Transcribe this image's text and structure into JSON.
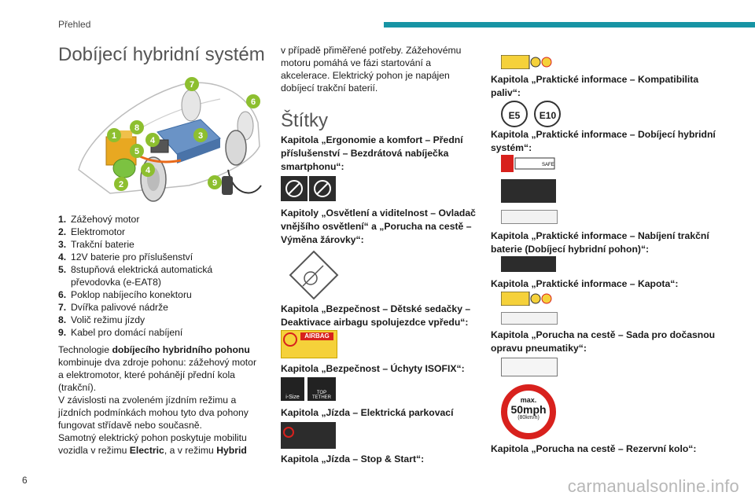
{
  "header": {
    "section": "Přehled",
    "page_number": "6"
  },
  "watermark": "carmanualsonline.info",
  "title": "Dobíjecí hybridní systém",
  "legend": [
    {
      "num": "1.",
      "text": "Zážehový motor"
    },
    {
      "num": "2.",
      "text": "Elektromotor"
    },
    {
      "num": "3.",
      "text": "Trakční baterie"
    },
    {
      "num": "4.",
      "text": "12V baterie pro příslušenství"
    },
    {
      "num": "5.",
      "text": "8stupňová elektrická automatická převodovka (e-EAT8)"
    },
    {
      "num": "6.",
      "text": "Poklop nabíjecího konektoru"
    },
    {
      "num": "7.",
      "text": "Dvířka palivové nádrže"
    },
    {
      "num": "8.",
      "text": "Volič režimu jízdy"
    },
    {
      "num": "9.",
      "text": "Kabel pro domácí nabíjení"
    }
  ],
  "diagram_numbers": [
    "1",
    "2",
    "3",
    "4",
    "4",
    "5",
    "6",
    "7",
    "8",
    "9"
  ],
  "body": {
    "p1_a": "Technologie ",
    "p1_b": "dobíjecího hybridního pohonu",
    "p1_c": " kombinuje dva zdroje pohonu: zážehový motor a elektromotor, které pohánějí přední kola (trakční).",
    "p2": "V závislosti na zvoleném jízdním režimu a jízdních podmínkách mohou tyto dva pohony fungovat střídavě nebo současně.",
    "p3_a": "Samotný elektrický pohon poskytuje mobilitu vozidla v režimu ",
    "p3_b": "Electric",
    "p3_c": ", a v režimu ",
    "p3_d": "Hybrid",
    "p4": "v případě přiměřené potřeby. Zážehovému motoru pomáhá ve fázi startování a akcelerace. Elektrický pohon je napájen dobíjecí trakční baterií."
  },
  "section_title": "Štítky",
  "labels": {
    "l1": "Kapitola „Ergonomie a komfort – Přední příslušenství – Bezdrátová nabíječka smartphonu“:",
    "l2": "Kapitoly „Osvětlení a viditelnost – Ovladač vnějšího osvětlení“ a „Porucha na cestě – Výměna žárovky“:",
    "l3": "Kapitola „Bezpečnost – Dětské sedačky – Deaktivace airbagu spolujezdce vpředu“:",
    "l4": "Kapitola „Bezpečnost – Úchyty ISOFIX“:",
    "l5": "Kapitola „Jízda – Elektrická parkovací brzda“:",
    "l6": "Kapitola „Jízda – Stop & Start“:",
    "l7": "Kapitola „Praktické informace – Kompatibilita paliv“:",
    "l8": "Kapitola „Praktické informace – Dobíjecí hybridní systém“:",
    "l9": "Kapitola „Praktické informace – Nabíjení trakční baterie (Dobíjecí hybridní pohon)“:",
    "l10": "Kapitola „Praktické informace – Kapota“:",
    "l11": "Kapitola „Porucha na cestě – Sada pro dočasnou opravu pneumatiky“:",
    "l12": "Kapitola „Porucha na cestě – Rezervní kolo“:"
  },
  "sticker_text": {
    "airbag": "AIRBAG",
    "isize": "i-Size",
    "top_tether": "TOP TETHER",
    "fuel1": "E5",
    "fuel2": "E10",
    "speed_max": "max.",
    "speed_val": "50mph",
    "speed_sub": "(80km/h)",
    "safe": "SAFE"
  },
  "colors": {
    "accent": "#1794a4",
    "red": "#d8211d",
    "yellow": "#f2c200"
  }
}
